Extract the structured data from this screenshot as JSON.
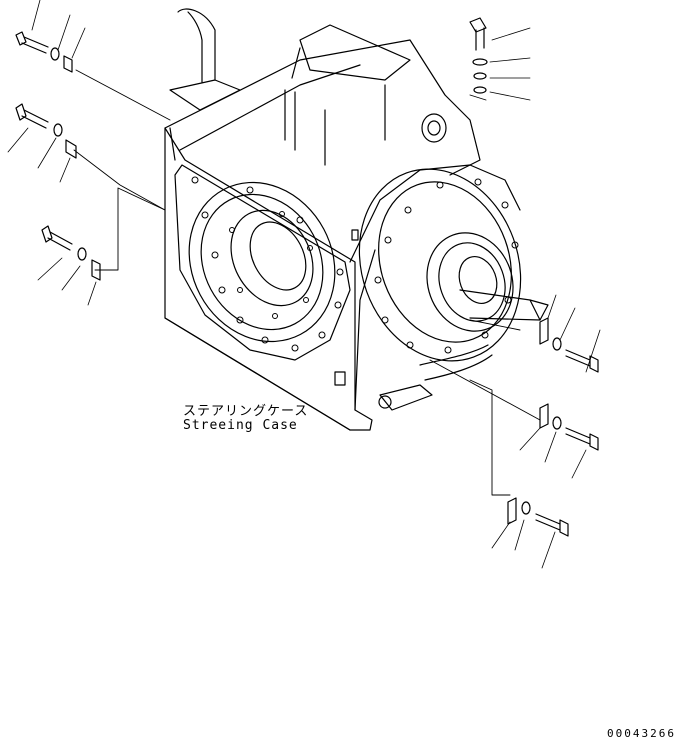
{
  "labels": {
    "part_name_ja": "ステアリングケース",
    "part_name_en": "Streeing Case"
  },
  "drawing_number": "00043266",
  "icons": [
    "steering-case-housing",
    "bolt",
    "washer",
    "clamp"
  ]
}
